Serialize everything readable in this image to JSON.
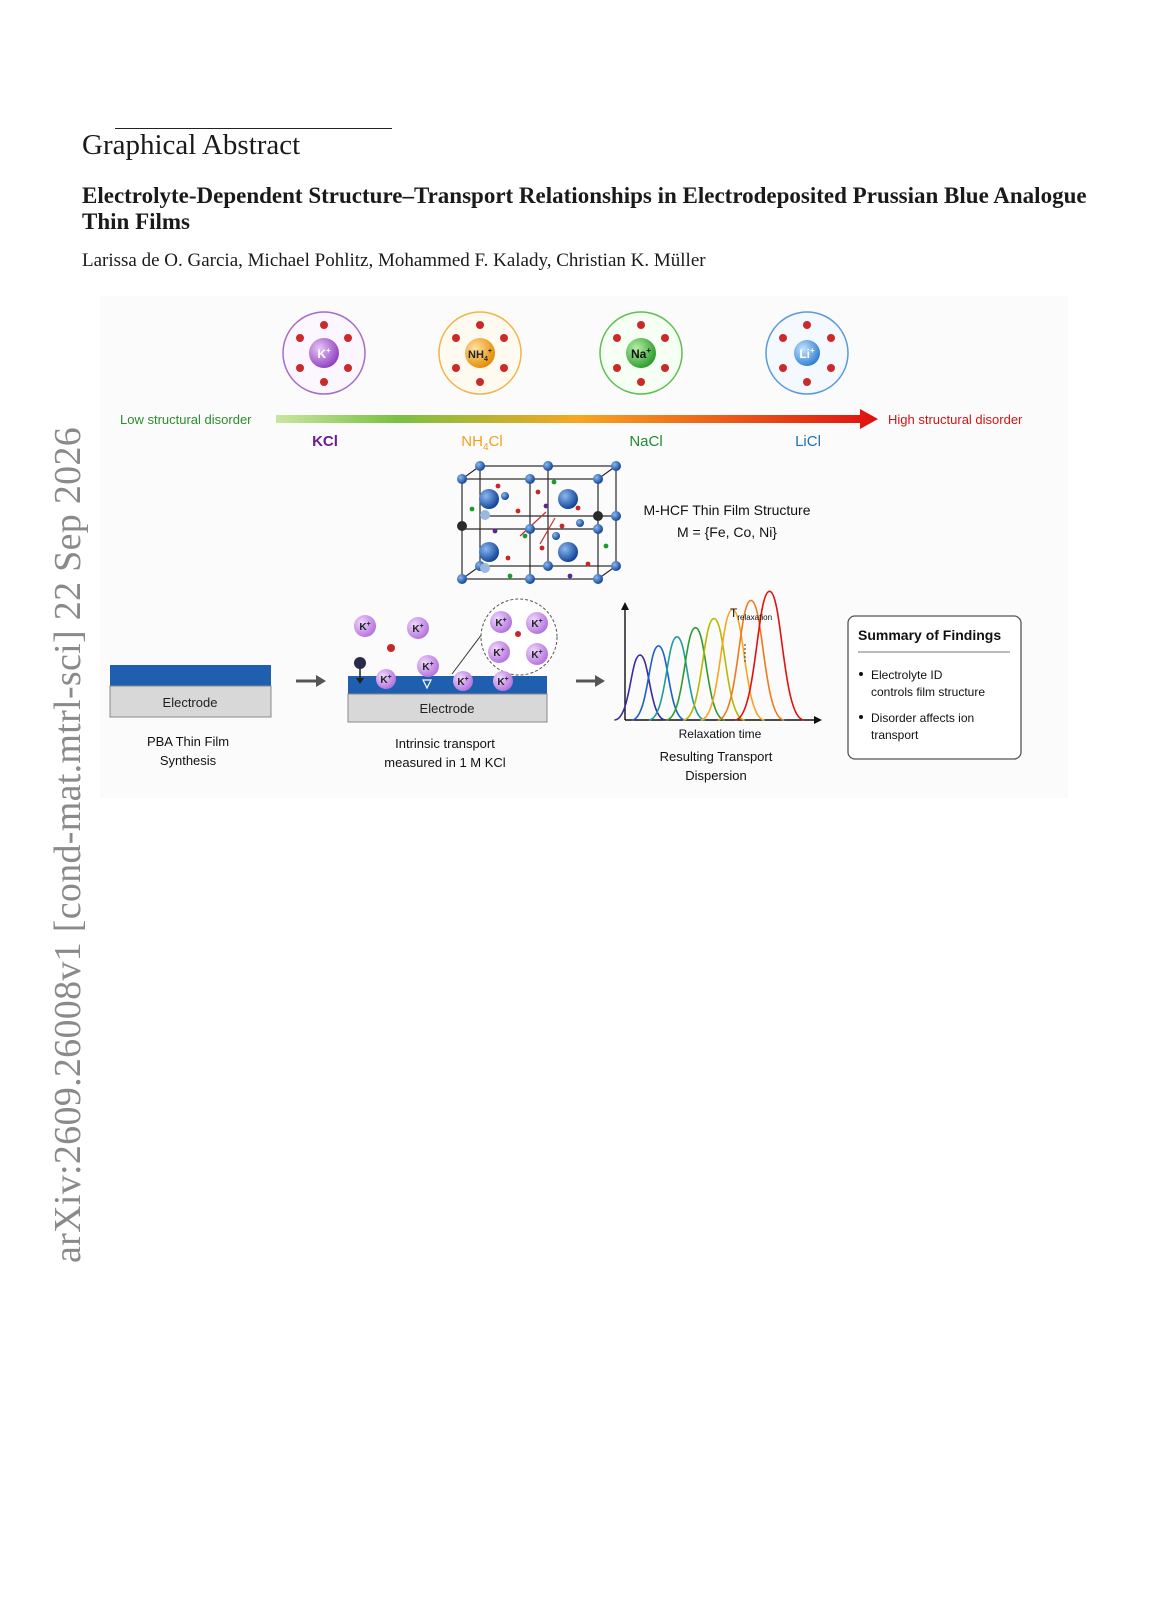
{
  "side_identifier": "arXiv:2609.26008v1  [cond-mat.mtrl-sci]  22 Sep 2026",
  "section_heading": "Graphical Abstract",
  "title": "Electrolyte-Dependent Structure–Transport Relationships in Electrodeposited Prussian Blue Analogue Thin Films",
  "authors": "Larissa de O. Garcia, Michael Pohlitz, Mohammed F. Kalady, Christian K. Müller",
  "figure": {
    "ions": [
      {
        "symbol": "K",
        "charge": "+",
        "electrolyte": "KCl",
        "color": "#6a1b9a",
        "fill": "#b56ad9"
      },
      {
        "symbol": "NH",
        "sub": "4",
        "charge": "+",
        "electrolyte": "NH",
        "electrolyte_sub": "4",
        "electrolyte_tail": "Cl",
        "color": "#f39c12",
        "fill": "#f5a623"
      },
      {
        "symbol": "Na",
        "charge": "+",
        "electrolyte": "NaCl",
        "color": "#1f8c2e",
        "fill": "#3fb33f"
      },
      {
        "symbol": "Li",
        "charge": "+",
        "electrolyte": "LiCl",
        "color": "#1e6fb5",
        "fill": "#4c9be0"
      }
    ],
    "low_label": "Low structural disorder",
    "high_label": "High structural disorder",
    "structure_title": "M-HCF Thin Film Structure",
    "structure_formula": "M = {Fe, Co, Ni}",
    "electrode_label": "Electrode",
    "ion_label": "K",
    "ion_charge": "+",
    "step1_line1": "PBA Thin Film",
    "step1_line2": "Synthesis",
    "step2_line1": "Intrinsic transport",
    "step2_line2": "measured in 1 M KCl",
    "tau_symbol": "T",
    "tau_sub": "relaxation",
    "x_axis_label": "Relaxation time",
    "step3_line1": "Resulting Transport",
    "step3_line2": "Dispersion",
    "summary_title": "Summary of Findings",
    "summary_items": [
      {
        "line1": "Electrolyte ID",
        "line2": "controls film structure"
      },
      {
        "line1": "Disorder affects ion",
        "line2": "transport"
      }
    ],
    "colors": {
      "gradient_low": "#7bc043",
      "gradient_mid": "#f5a623",
      "gradient_high": "#e01010",
      "film": "#1f5fb0",
      "electrode": "#d8d8d8"
    }
  }
}
